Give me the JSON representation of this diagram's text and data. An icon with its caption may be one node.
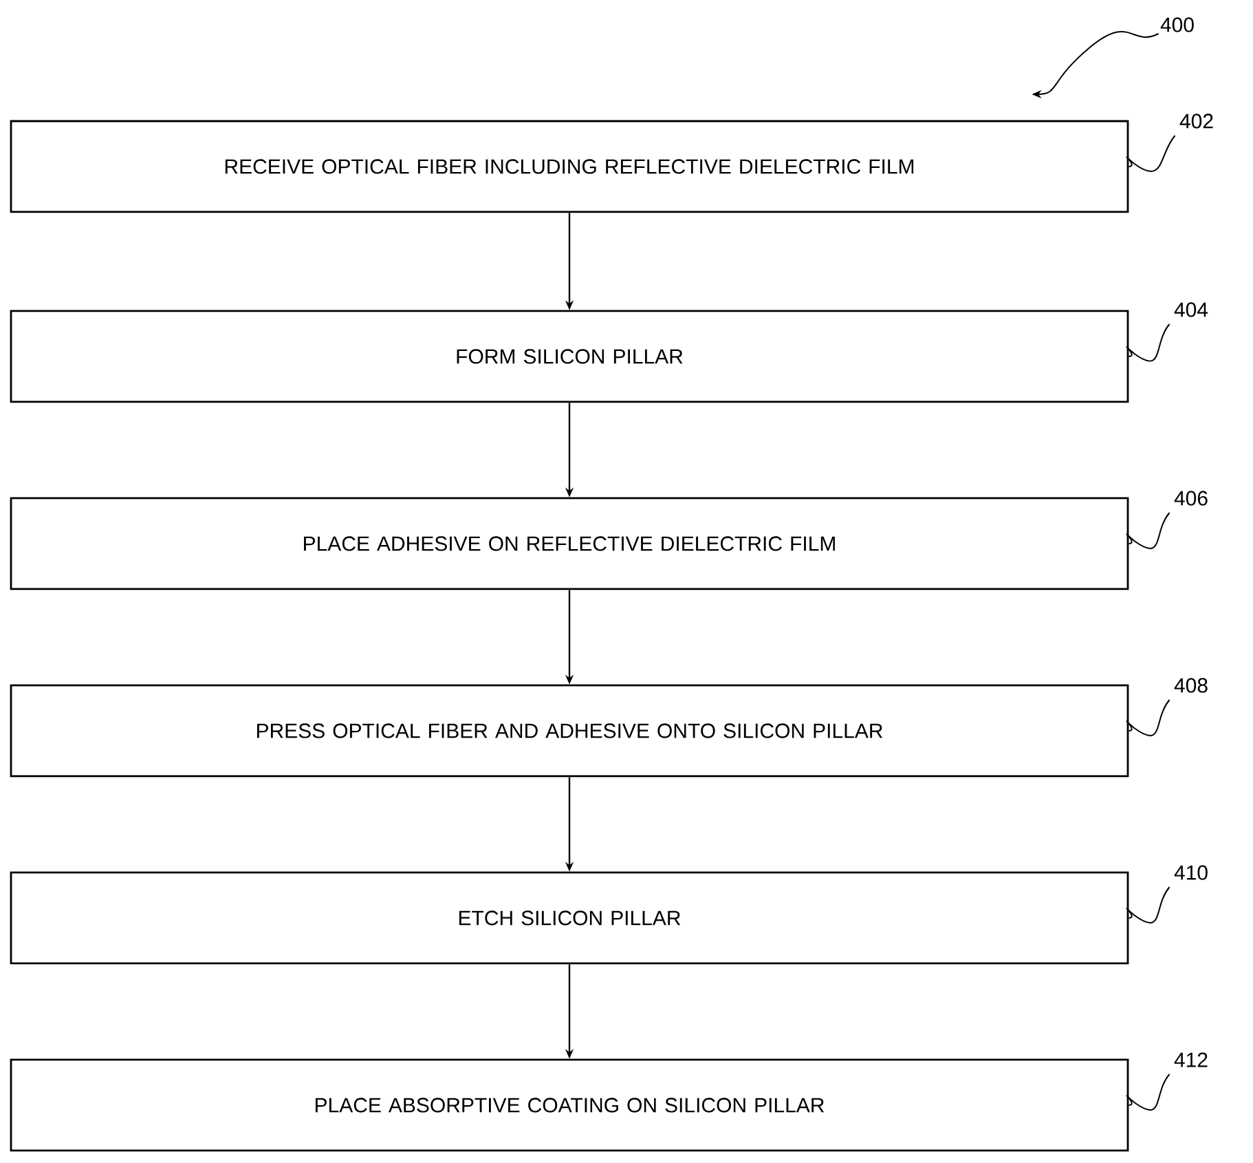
{
  "diagram": {
    "nodes": [
      {
        "text": [
          "RECEIVE OPTICAL FIBER INCLUDING REFLECTIVE DIELECTRIC FILM"
        ]
      },
      {
        "text": [
          "FORM SILICON PILLAR"
        ]
      },
      {
        "text": [
          "PLACE ADHESIVE ON REFLECTIVE DIELECTRIC FILM"
        ]
      },
      {
        "text": [
          "PRESS OPTICAL FIBER AND ADHESIVE ONTO SILICON PILLAR"
        ]
      },
      {
        "text": [
          "ETCH SILICON PILLAR"
        ]
      },
      {
        "text": [
          "PLACE ABSORPTIVE COATING ON SILICON PILLAR"
        ]
      },
      {
        "text": [
          "402"
        ]
      },
      {
        "text": [
          "404"
        ]
      },
      {
        "text": [
          "406"
        ]
      },
      {
        "text": [
          "408"
        ]
      },
      {
        "text": [
          "410"
        ]
      },
      {
        "text": [
          "412"
        ]
      },
      {
        "text": [
          "400"
        ]
      }
    ],
    "edges": [
      {
        "from": 0,
        "to": 1,
        "arrow": "to"
      },
      {
        "from": 1,
        "to": 2,
        "arrow": "to"
      },
      {
        "from": 2,
        "to": 3,
        "arrow": "to"
      },
      {
        "from": 3,
        "to": 4,
        "arrow": "to"
      },
      {
        "from": 4,
        "to": 5,
        "arrow": "to"
      },
      {
        "from": 6,
        "to": 0,
        "arrow": "none"
      },
      {
        "from": 7,
        "to": 1,
        "arrow": "none"
      },
      {
        "from": 8,
        "to": 2,
        "arrow": "none"
      },
      {
        "from": 9,
        "to": 3,
        "arrow": "none"
      },
      {
        "from": 10,
        "to": 4,
        "arrow": "none"
      },
      {
        "from": 11,
        "to": 5,
        "arrow": "none"
      },
      {
        "from": 12,
        "to": null,
        "arrow": "to"
      }
    ]
  }
}
